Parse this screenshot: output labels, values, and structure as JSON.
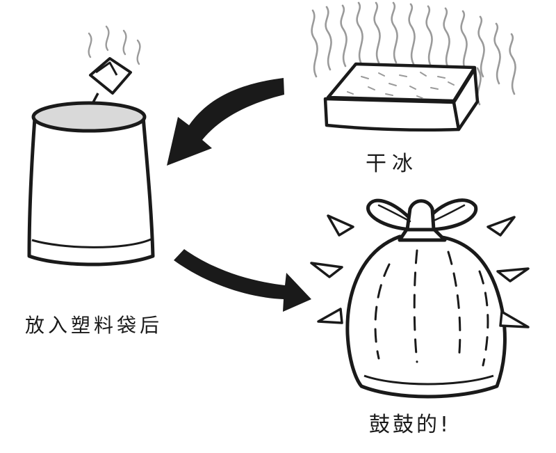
{
  "labels": {
    "dry_ice": "干冰",
    "after_bag": "放入塑料袋后",
    "puffed": "鼓鼓的!"
  },
  "colors": {
    "ink": "#1a1a1a",
    "vapor": "#9a9a9a",
    "fill": "#ffffff",
    "cup_inside": "#d9d9d9"
  },
  "icons": {
    "dry_ice_block": "dry-ice-block-icon",
    "ice_cube": "ice-cube-icon",
    "cup": "cup-icon",
    "bag": "tied-bag-icon",
    "arrow": "curved-arrow-icon"
  }
}
